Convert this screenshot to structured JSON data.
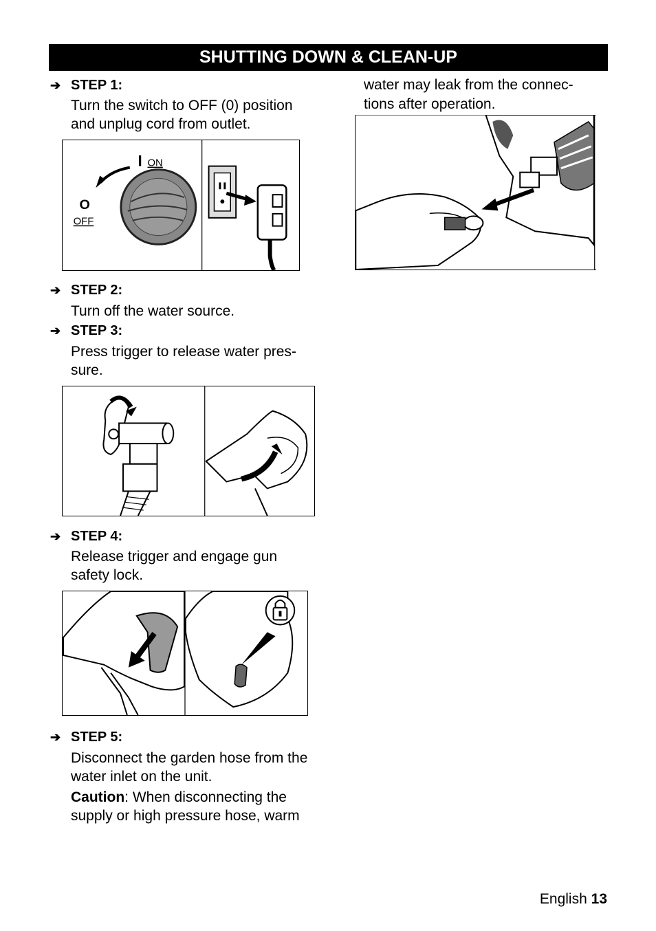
{
  "header": {
    "title": "SHUTTING DOWN & CLEAN-UP"
  },
  "steps": [
    {
      "label": "STEP 1:",
      "text": "Turn the switch to OFF (0) position and unplug cord from outlet."
    },
    {
      "label": "STEP 2:",
      "text": "Turn off the water source."
    },
    {
      "label": "STEP 3:",
      "text": "Press trigger to release water pressure."
    },
    {
      "label": "STEP 4:",
      "text": "Release trigger and engage gun safety lock."
    },
    {
      "label": "STEP 5:",
      "text": "Disconnect the garden hose from the water inlet on the unit."
    }
  ],
  "step3_lines": [
    "Press trigger to release water pres-",
    "sure."
  ],
  "caution": {
    "label": "Caution",
    "text_line1": ": When disconnecting the",
    "text_line2": "supply or high pressure hose, warm",
    "continued_line1": "water may leak from the connec-",
    "continued_line2": "tions after operation."
  },
  "figure1": {
    "on_symbol": "I",
    "on_label": "ON",
    "off_symbol": "O",
    "off_label": "OFF"
  },
  "icons": [
    "arrow-bullet-icon",
    "rotate-arrow-icon",
    "unplug-arrow-icon",
    "padlock-icon"
  ],
  "footer": {
    "language": "English",
    "page_number": "13"
  }
}
